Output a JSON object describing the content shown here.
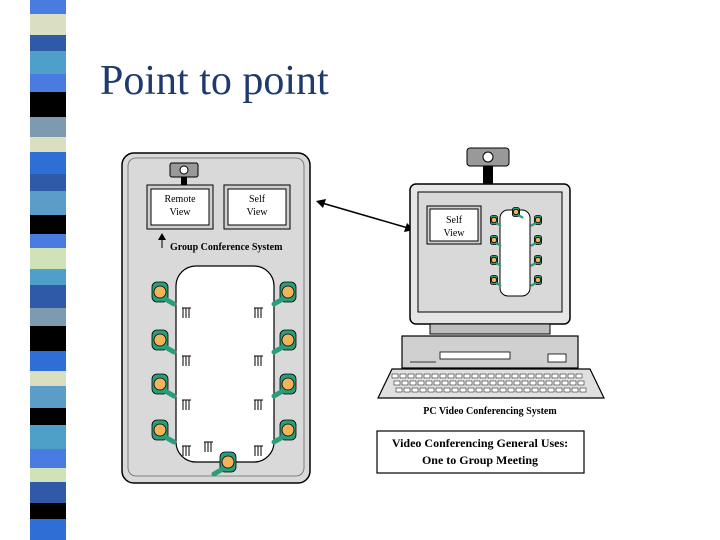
{
  "slide": {
    "title": "Point to point",
    "stripe_colors": [
      "#4a7be0",
      "#d9dfc0",
      "#2f5aa8",
      "#4fa0c9",
      "#000000",
      "#7d9ab0",
      "#2e6fd6",
      "#5b9cc8",
      "#cfe2b8"
    ]
  },
  "diagram": {
    "group_system": {
      "remote_view": [
        "Remote",
        "View"
      ],
      "self_view": [
        "Self",
        "View"
      ],
      "label": "Group Conference System"
    },
    "pc_system": {
      "self_view": [
        "Self",
        "View"
      ],
      "label": "PC Video Conferencing System"
    },
    "uses_box": {
      "line1": "Video Conferencing General Uses:",
      "line2": "One to Group Meeting"
    },
    "colors": {
      "participant_green": "#2a9d7a",
      "participant_head": "#f2b35a",
      "panel_gray": "#d9d9d9",
      "table_white": "#ffffff"
    }
  }
}
